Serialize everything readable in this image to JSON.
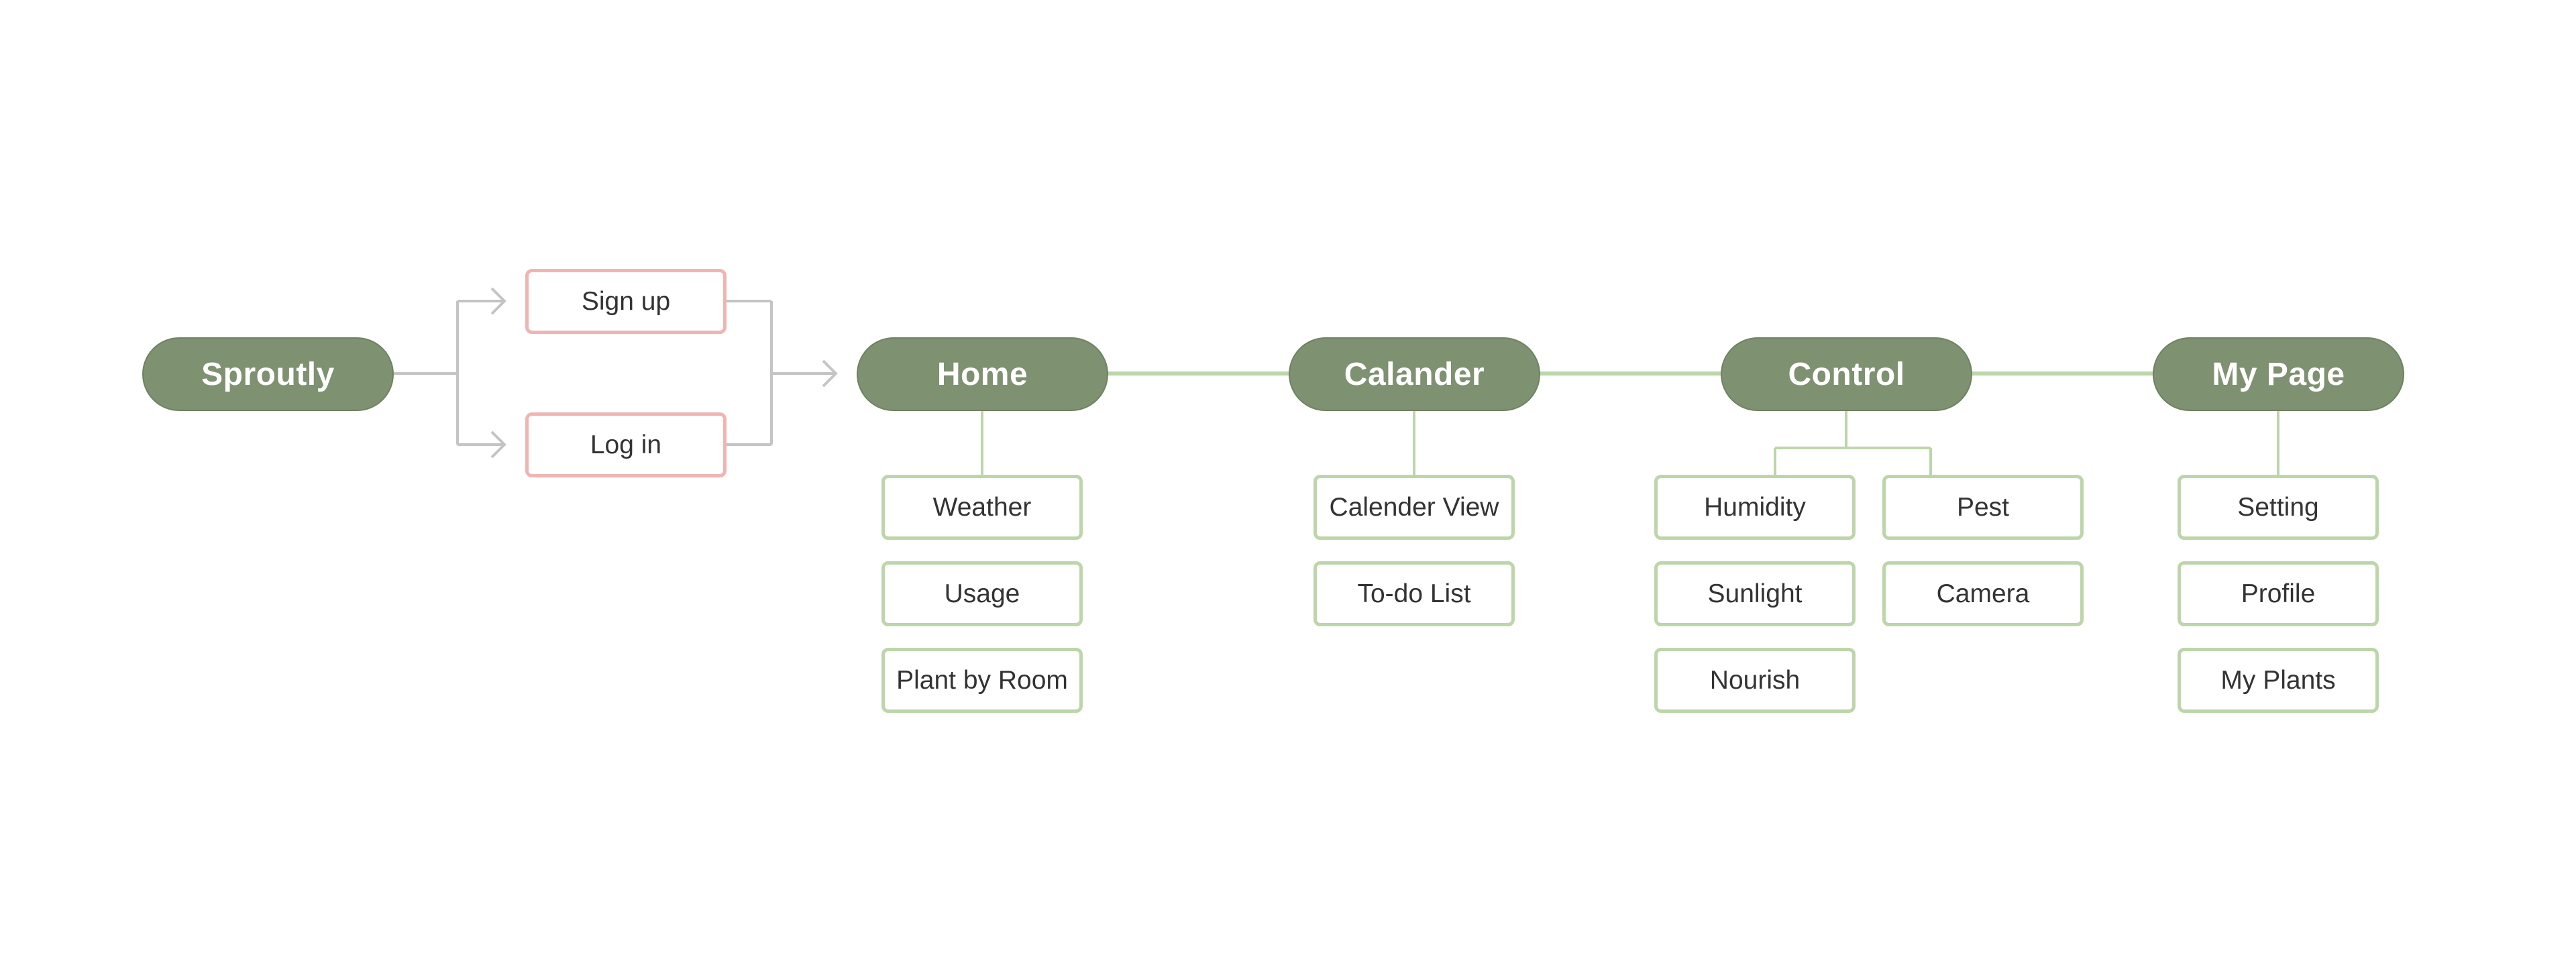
{
  "colors": {
    "pill_fill": "#7e9170",
    "pill_text": "#ffffff",
    "auth_border": "#efb5b3",
    "sub_border": "#bdd6a9",
    "main_line": "#bdd6a9",
    "flow_line": "#c4c4c4",
    "box_text": "#333333"
  },
  "start": {
    "label": "Sproutly"
  },
  "auth": {
    "signup": "Sign up",
    "login": "Log in"
  },
  "sections": {
    "home": {
      "label": "Home",
      "items": [
        "Weather",
        "Usage",
        "Plant by Room"
      ]
    },
    "calander": {
      "label": "Calander",
      "items": [
        "Calender View",
        "To-do List"
      ]
    },
    "control": {
      "label": "Control",
      "items": [
        "Humidity",
        "Pest",
        "Sunlight",
        "Camera",
        "Nourish"
      ]
    },
    "mypage": {
      "label": "My Page",
      "items": [
        "Setting",
        "Profile",
        "My Plants"
      ]
    }
  }
}
